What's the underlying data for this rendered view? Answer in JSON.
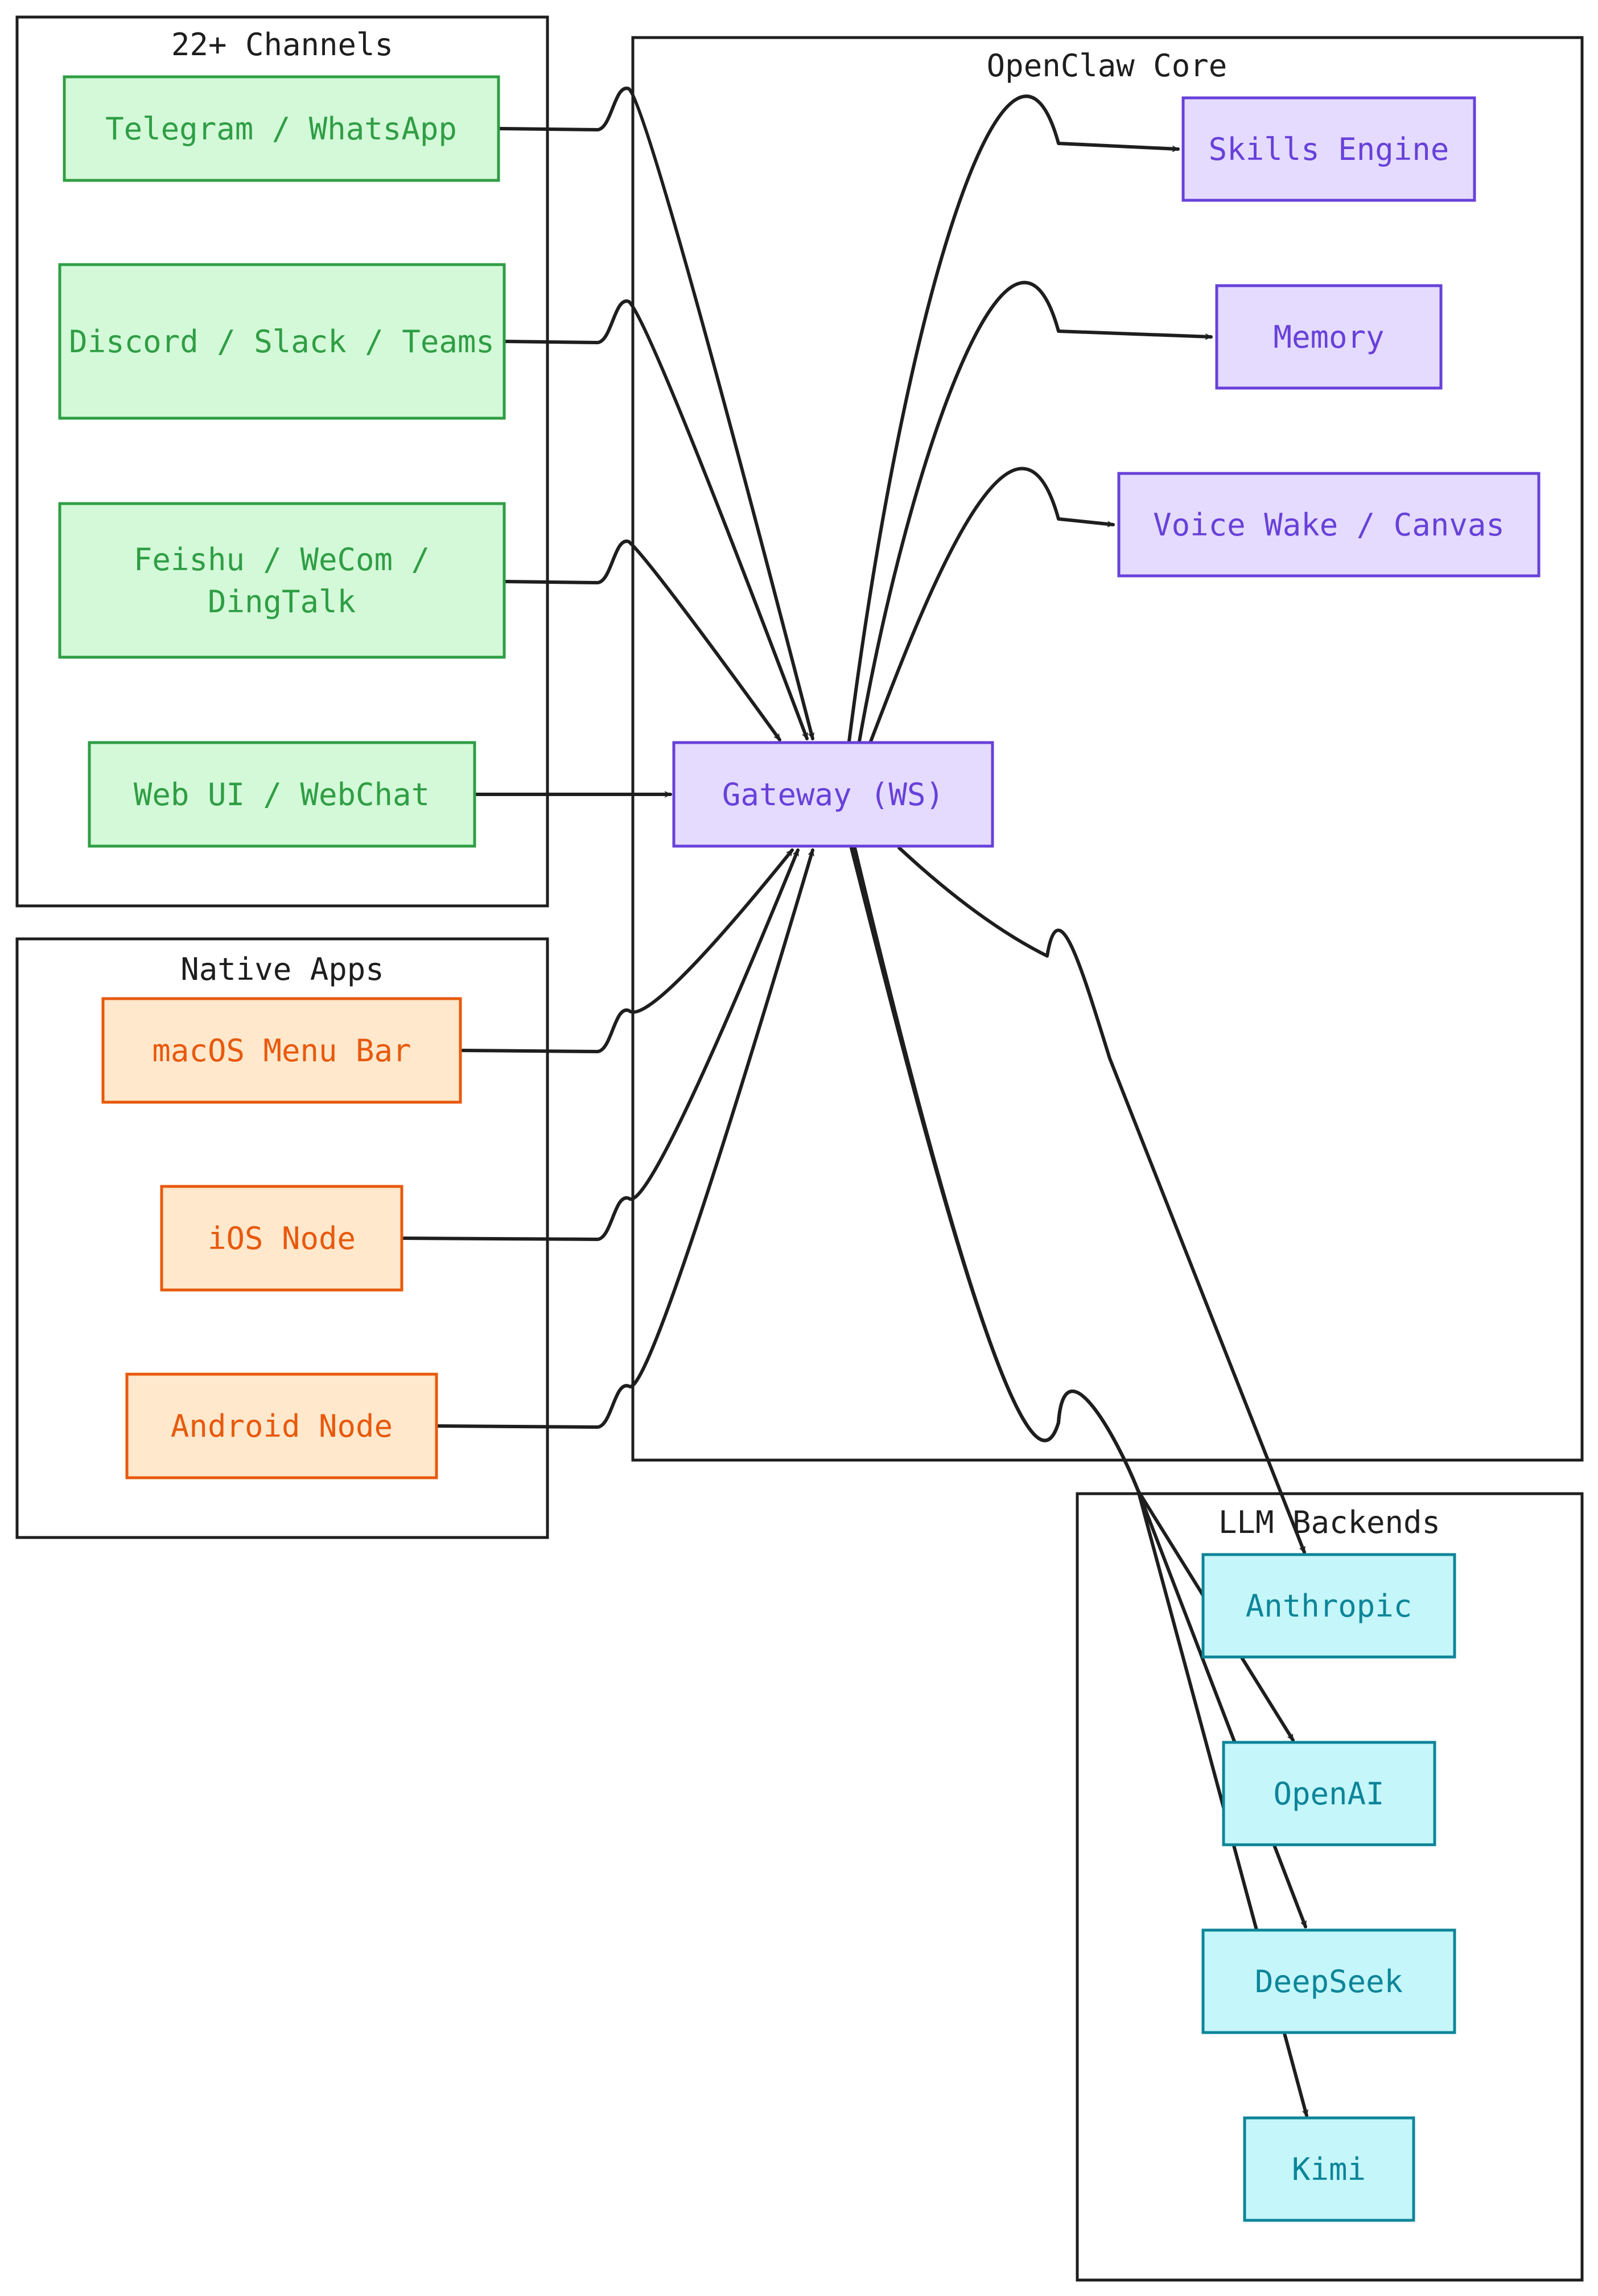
{
  "colors": {
    "green_fill": "#d3f9d8",
    "green_stroke": "#2f9e44",
    "orange_fill": "#ffe8cc",
    "orange_stroke": "#e8590c",
    "purple_fill": "#e5dbff",
    "purple_stroke": "#6741d9",
    "cyan_fill": "#c5f6fa",
    "cyan_stroke": "#0c8599",
    "line": "#1e1e1e"
  },
  "groups": {
    "channels": {
      "title": "22+ Channels"
    },
    "native": {
      "title": "Native Apps"
    },
    "core": {
      "title": "OpenClaw Core"
    },
    "llm": {
      "title": "LLM Backends"
    }
  },
  "nodes": {
    "telegram": {
      "lines": [
        "Telegram / WhatsApp"
      ],
      "group": "channels"
    },
    "discord": {
      "lines": [
        "Discord / Slack / Teams"
      ],
      "group": "channels"
    },
    "feishu": {
      "lines": [
        "Feishu / WeCom /",
        "DingTalk"
      ],
      "group": "channels"
    },
    "webui": {
      "lines": [
        "Web UI / WebChat"
      ],
      "group": "channels"
    },
    "macos": {
      "lines": [
        "macOS Menu Bar"
      ],
      "group": "native"
    },
    "ios": {
      "lines": [
        "iOS Node"
      ],
      "group": "native"
    },
    "android": {
      "lines": [
        "Android Node"
      ],
      "group": "native"
    },
    "gateway": {
      "lines": [
        "Gateway (WS)"
      ],
      "group": "core"
    },
    "skills": {
      "lines": [
        "Skills Engine"
      ],
      "group": "core"
    },
    "memory": {
      "lines": [
        "Memory"
      ],
      "group": "core"
    },
    "voice": {
      "lines": [
        "Voice Wake / Canvas"
      ],
      "group": "core"
    },
    "anthropic": {
      "lines": [
        "Anthropic"
      ],
      "group": "llm"
    },
    "openai": {
      "lines": [
        "OpenAI"
      ],
      "group": "llm"
    },
    "deepseek": {
      "lines": [
        "DeepSeek"
      ],
      "group": "llm"
    },
    "kimi": {
      "lines": [
        "Kimi"
      ],
      "group": "llm"
    }
  },
  "edges": [
    {
      "from": "telegram",
      "to": "gateway"
    },
    {
      "from": "discord",
      "to": "gateway"
    },
    {
      "from": "feishu",
      "to": "gateway"
    },
    {
      "from": "webui",
      "to": "gateway"
    },
    {
      "from": "macos",
      "to": "gateway"
    },
    {
      "from": "ios",
      "to": "gateway"
    },
    {
      "from": "android",
      "to": "gateway"
    },
    {
      "from": "gateway",
      "to": "skills"
    },
    {
      "from": "gateway",
      "to": "memory"
    },
    {
      "from": "gateway",
      "to": "voice"
    },
    {
      "from": "gateway",
      "to": "anthropic"
    },
    {
      "from": "gateway",
      "to": "openai"
    },
    {
      "from": "gateway",
      "to": "deepseek"
    },
    {
      "from": "gateway",
      "to": "kimi"
    }
  ]
}
